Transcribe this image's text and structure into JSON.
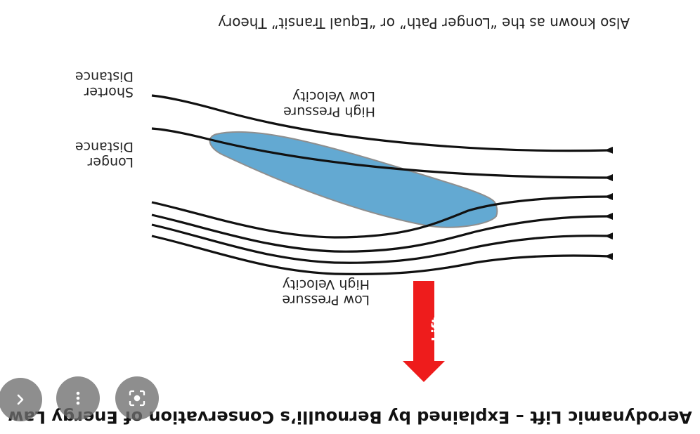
{
  "diagram": {
    "title": "Aerodynamic Lift – Explained by Bernoulli’s Conservation of Energy Law",
    "subtitle": "Also known as the “Longer Path” or “Equal Transit” Theory",
    "labels": {
      "shorter_distance": [
        "Shorter",
        "Distance"
      ],
      "longer_distance": [
        "Longer",
        "Distance"
      ],
      "top_region": [
        "Low Pressure",
        "High Velocity"
      ],
      "bottom_region": [
        "High Pressure",
        "Low Velocity"
      ],
      "lift": "Lift"
    },
    "colors": {
      "airfoil": "#63a9d2",
      "lift_arrow": "#ee1c1c",
      "streamline": "#111111"
    }
  },
  "controls": {
    "icons": [
      "next-chevron-icon",
      "more-options-icon",
      "visual-search-icon"
    ]
  }
}
